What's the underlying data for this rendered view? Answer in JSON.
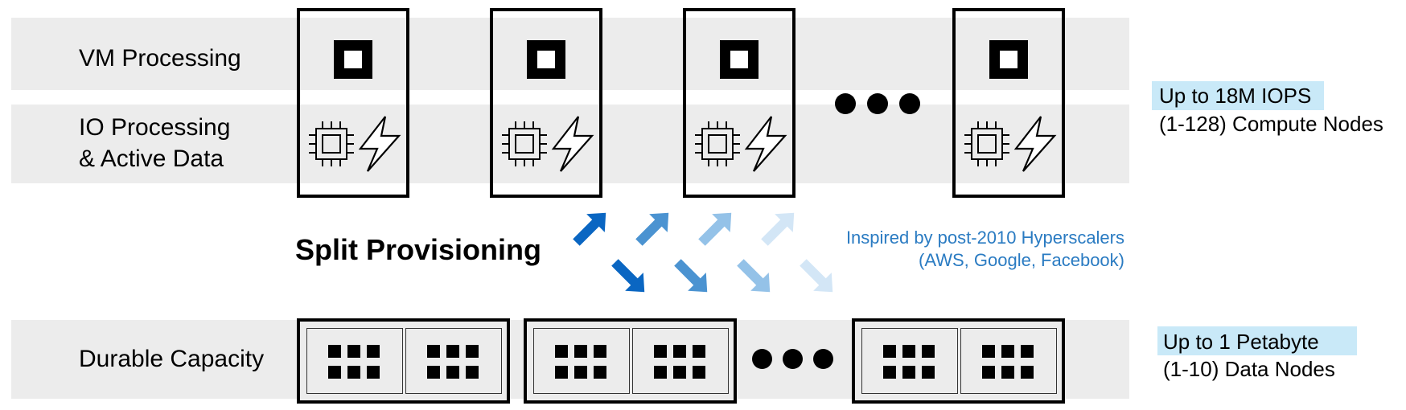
{
  "rows": {
    "vm_processing": "VM Processing",
    "io_processing_line1": "IO Processing",
    "io_processing_line2": "& Active Data",
    "durable_capacity": "Durable Capacity"
  },
  "center": {
    "split_provisioning": "Split Provisioning",
    "inspired_line1": "Inspired by post-2010 Hyperscalers",
    "inspired_line2": "(AWS, Google, Facebook)"
  },
  "compute_summary": {
    "highlight": "Up to 18M IOPS",
    "nodes": "(1-128) Compute Nodes"
  },
  "data_summary": {
    "highlight": "Up to 1 Petabyte",
    "nodes": "(1-10) Data Nodes"
  },
  "icons": {
    "vm": "vm-square-icon",
    "cpu": "cpu-chip-icon",
    "power": "lightning-bolt-icon",
    "storage": "storage-grid-icon",
    "ellipsis": "ellipsis-dots"
  },
  "colors": {
    "band": "#ececec",
    "highlight": "#c9e9f8",
    "inspired_text": "#2a7bc2",
    "arrow_shades": [
      "#0a66c2",
      "#4b93d1",
      "#94c2e8",
      "#d3e6f6"
    ]
  }
}
